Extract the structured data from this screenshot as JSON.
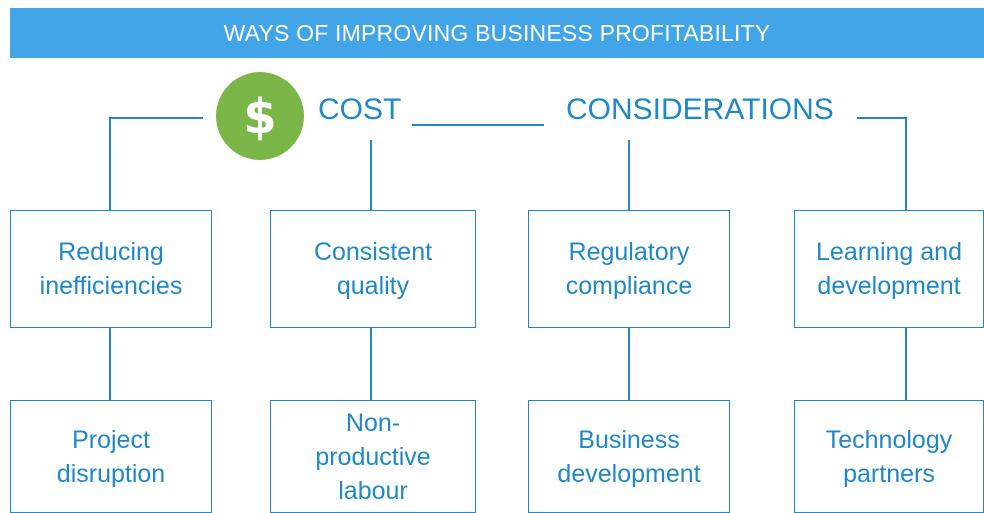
{
  "banner": {
    "title": "WAYS OF IMPROVING BUSINESS PROFITABILITY"
  },
  "heading": {
    "word1": "COST",
    "word2": "CONSIDERATIONS"
  },
  "icon": {
    "name": "dollar-coin-icon",
    "symbol": "$",
    "color": "#7ab648"
  },
  "colors": {
    "accent": "#1e88c8",
    "banner_bg": "#42a5e8"
  },
  "top_boxes": [
    {
      "line1": "Reducing",
      "line2": "inefficiencies"
    },
    {
      "line1": "Consistent",
      "line2": "quality"
    },
    {
      "line1": "Regulatory",
      "line2": "compliance"
    },
    {
      "line1": "Learning and",
      "line2": "development"
    }
  ],
  "bottom_boxes": [
    {
      "line1": "Project",
      "line2": "disruption"
    },
    {
      "line1": "Non-",
      "line2": "productive",
      "line3": "labour"
    },
    {
      "line1": "Business",
      "line2": "development"
    },
    {
      "line1": "Technology",
      "line2": "partners"
    }
  ]
}
